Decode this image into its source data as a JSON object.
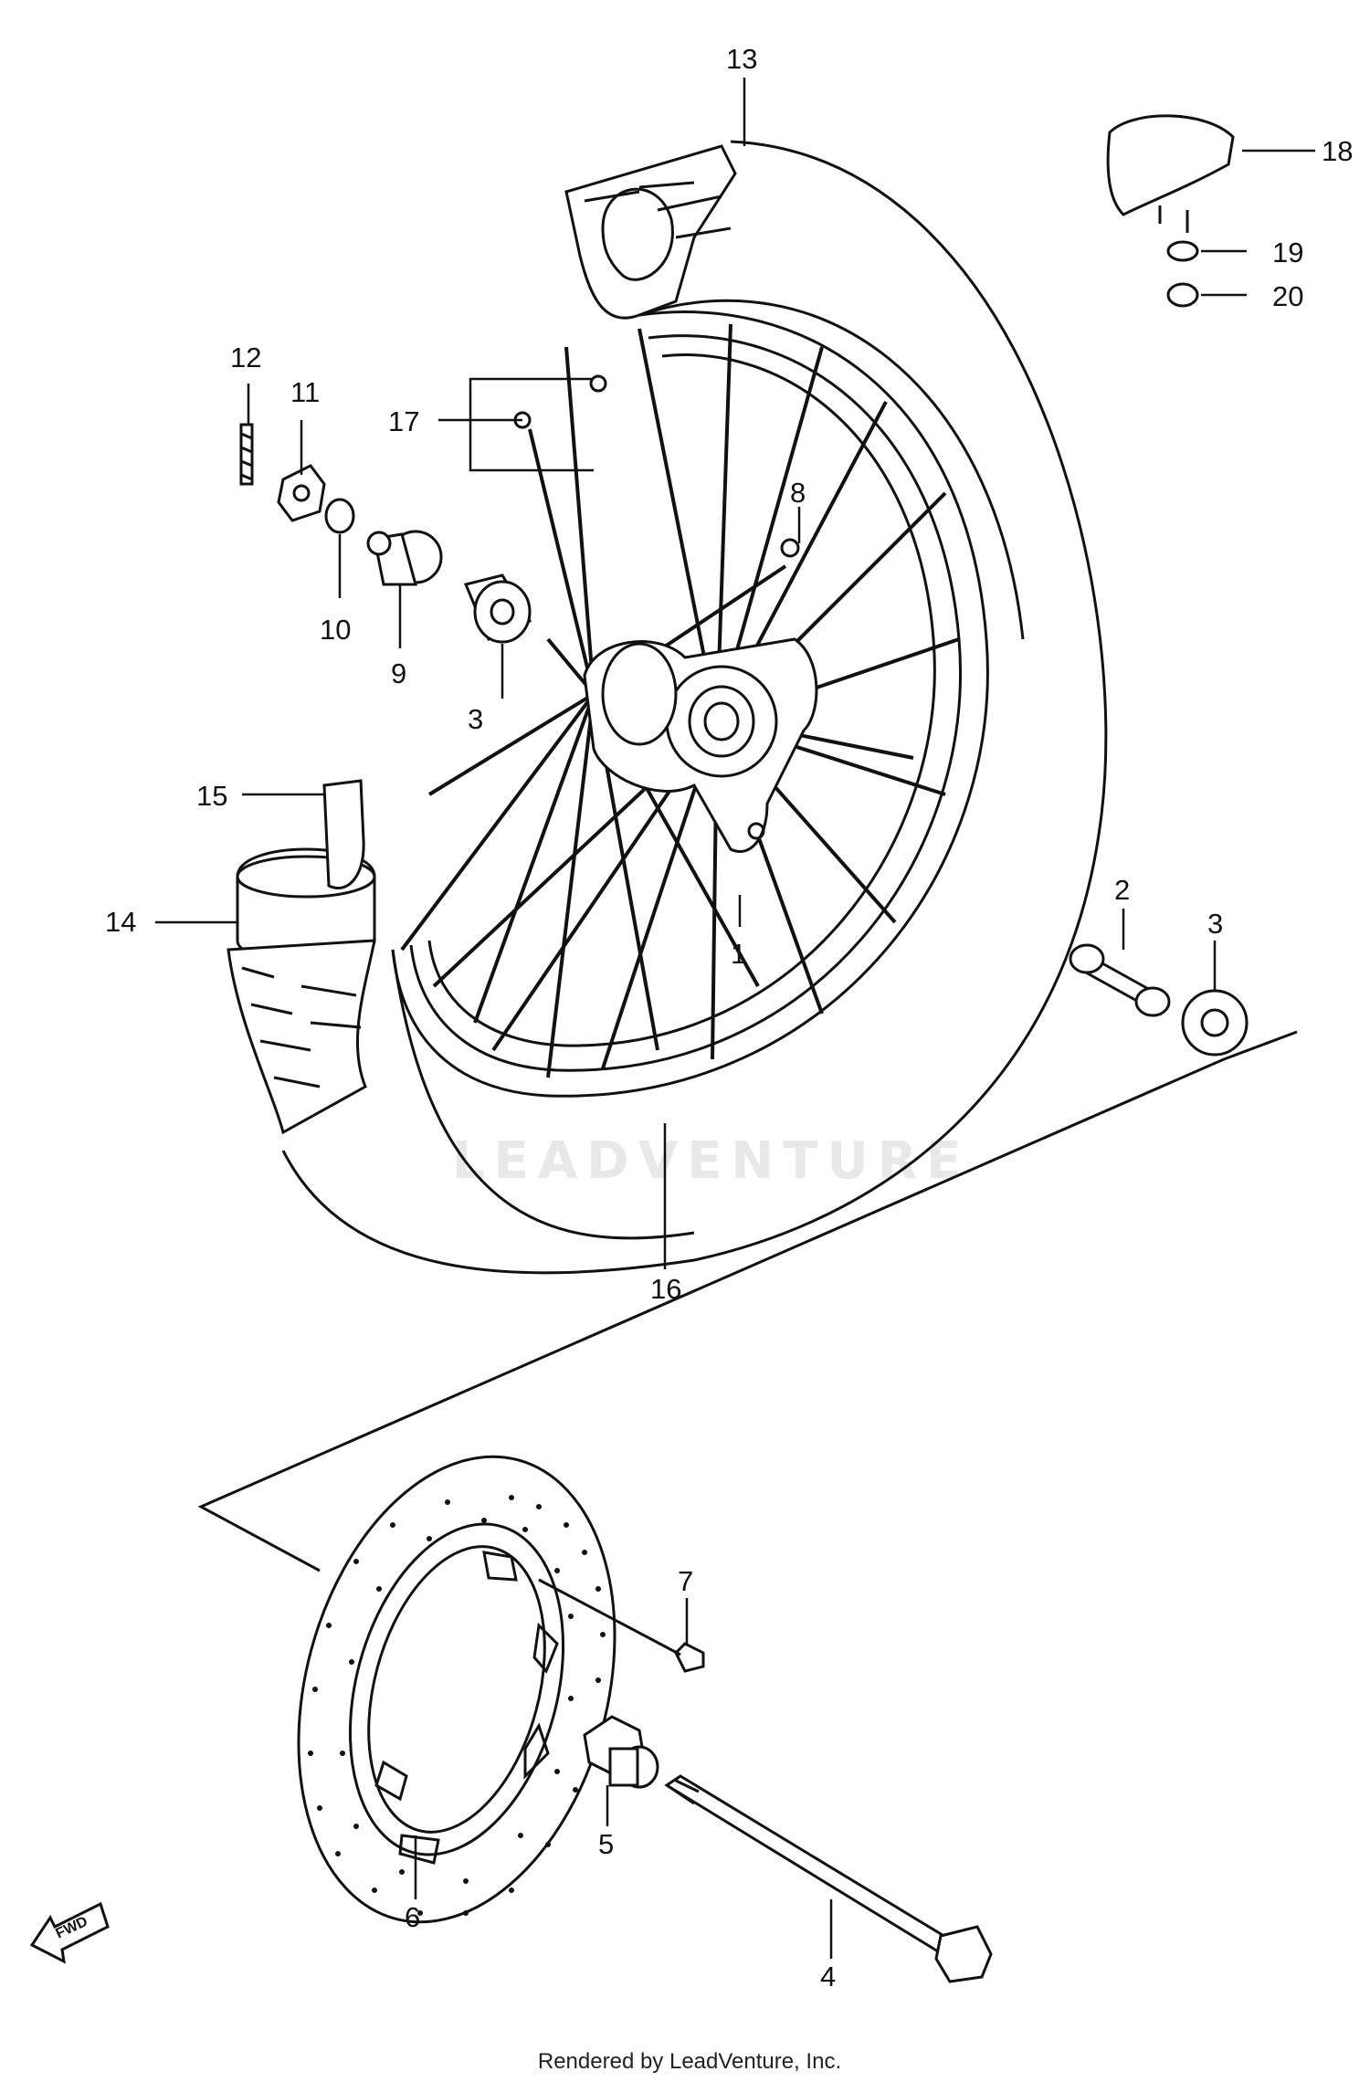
{
  "diagram": {
    "watermark": "LEADVENTURE",
    "credit": "Rendered by LeadVenture, Inc.",
    "fwd_arrow": "FWD",
    "callouts": [
      "1",
      "2",
      "3",
      "3",
      "4",
      "5",
      "6",
      "7",
      "8",
      "9",
      "10",
      "11",
      "12",
      "13",
      "14",
      "15",
      "16",
      "17",
      "18",
      "19",
      "20"
    ]
  }
}
